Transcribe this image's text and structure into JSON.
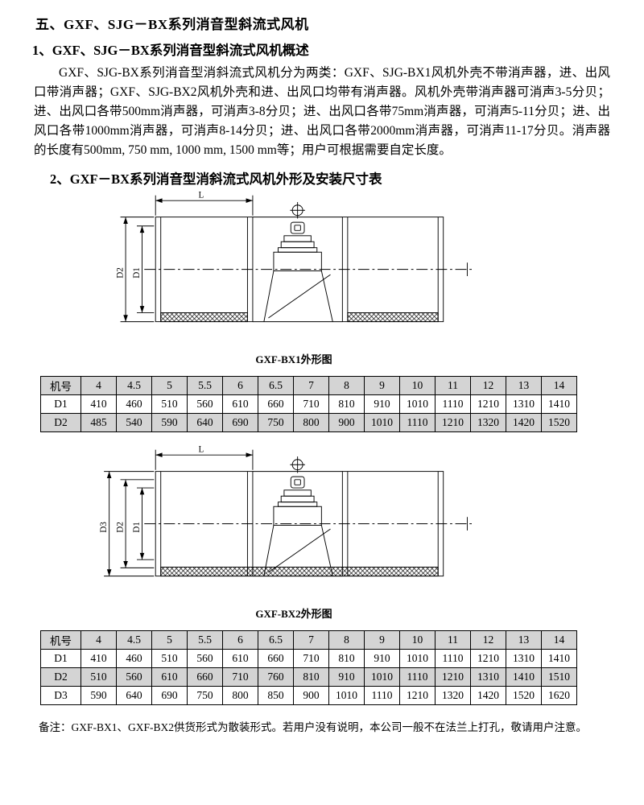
{
  "page": {
    "title": "五、GXF、SJG－BX系列消音型斜流式风机",
    "section1_heading": "1、GXF、SJG－BX系列消音型斜流式风机概述",
    "paragraph": "GXF、SJG-BX系列消音型消斜流式风机分为两类：GXF、SJG-BX1风机外壳不带消声器，进、出风口带消声器；GXF、SJG-BX2风机外壳和进、出风口均带有消声器。风机外壳带消声器可消声3-5分贝；进、出风口各带500mm消声器，可消声3-8分贝；进、出风口各带75mm消声器，可消声5-11分贝；进、出风口各带1000mm消声器，可消声8-14分贝；进、出风口各带2000mm消声器，可消声11-17分贝。消声器的长度有500mm, 750 mm, 1000 mm, 1500 mm等；用户可根据需要自定长度。",
    "section2_heading": "2、GXF－BX系列消音型消斜流式风机外形及安装尺寸表",
    "note": "备注：GXF-BX1、GXF-BX2供货形式为散装形式。若用户没有说明，本公司一般不在法兰上打孔，敬请用户注意。"
  },
  "diagram1": {
    "caption": "GXF-BX1外形图",
    "dim_L": "L",
    "dim_D1": "D1",
    "dim_D2": "D2"
  },
  "diagram2": {
    "caption": "GXF-BX2外形图",
    "dim_L": "L",
    "dim_D1": "D1",
    "dim_D2": "D2",
    "dim_D3": "D3"
  },
  "table1": {
    "header": [
      "机号",
      "4",
      "4.5",
      "5",
      "5.5",
      "6",
      "6.5",
      "7",
      "8",
      "9",
      "10",
      "11",
      "12",
      "13",
      "14"
    ],
    "rows": [
      {
        "label": "D1",
        "values": [
          "410",
          "460",
          "510",
          "560",
          "610",
          "660",
          "710",
          "810",
          "910",
          "1010",
          "1110",
          "1210",
          "1310",
          "1410"
        ]
      },
      {
        "label": "D2",
        "values": [
          "485",
          "540",
          "590",
          "640",
          "690",
          "750",
          "800",
          "900",
          "1010",
          "1110",
          "1210",
          "1320",
          "1420",
          "1520"
        ]
      }
    ]
  },
  "table2": {
    "header": [
      "机号",
      "4",
      "4.5",
      "5",
      "5.5",
      "6",
      "6.5",
      "7",
      "8",
      "9",
      "10",
      "11",
      "12",
      "13",
      "14"
    ],
    "rows": [
      {
        "label": "D1",
        "values": [
          "410",
          "460",
          "510",
          "560",
          "610",
          "660",
          "710",
          "810",
          "910",
          "1010",
          "1110",
          "1210",
          "1310",
          "1410"
        ]
      },
      {
        "label": "D2",
        "values": [
          "510",
          "560",
          "610",
          "660",
          "710",
          "760",
          "810",
          "910",
          "1010",
          "1110",
          "1210",
          "1310",
          "1410",
          "1510"
        ]
      },
      {
        "label": "D3",
        "values": [
          "590",
          "640",
          "690",
          "750",
          "800",
          "850",
          "900",
          "1010",
          "1110",
          "1210",
          "1320",
          "1420",
          "1520",
          "1620"
        ]
      }
    ]
  }
}
